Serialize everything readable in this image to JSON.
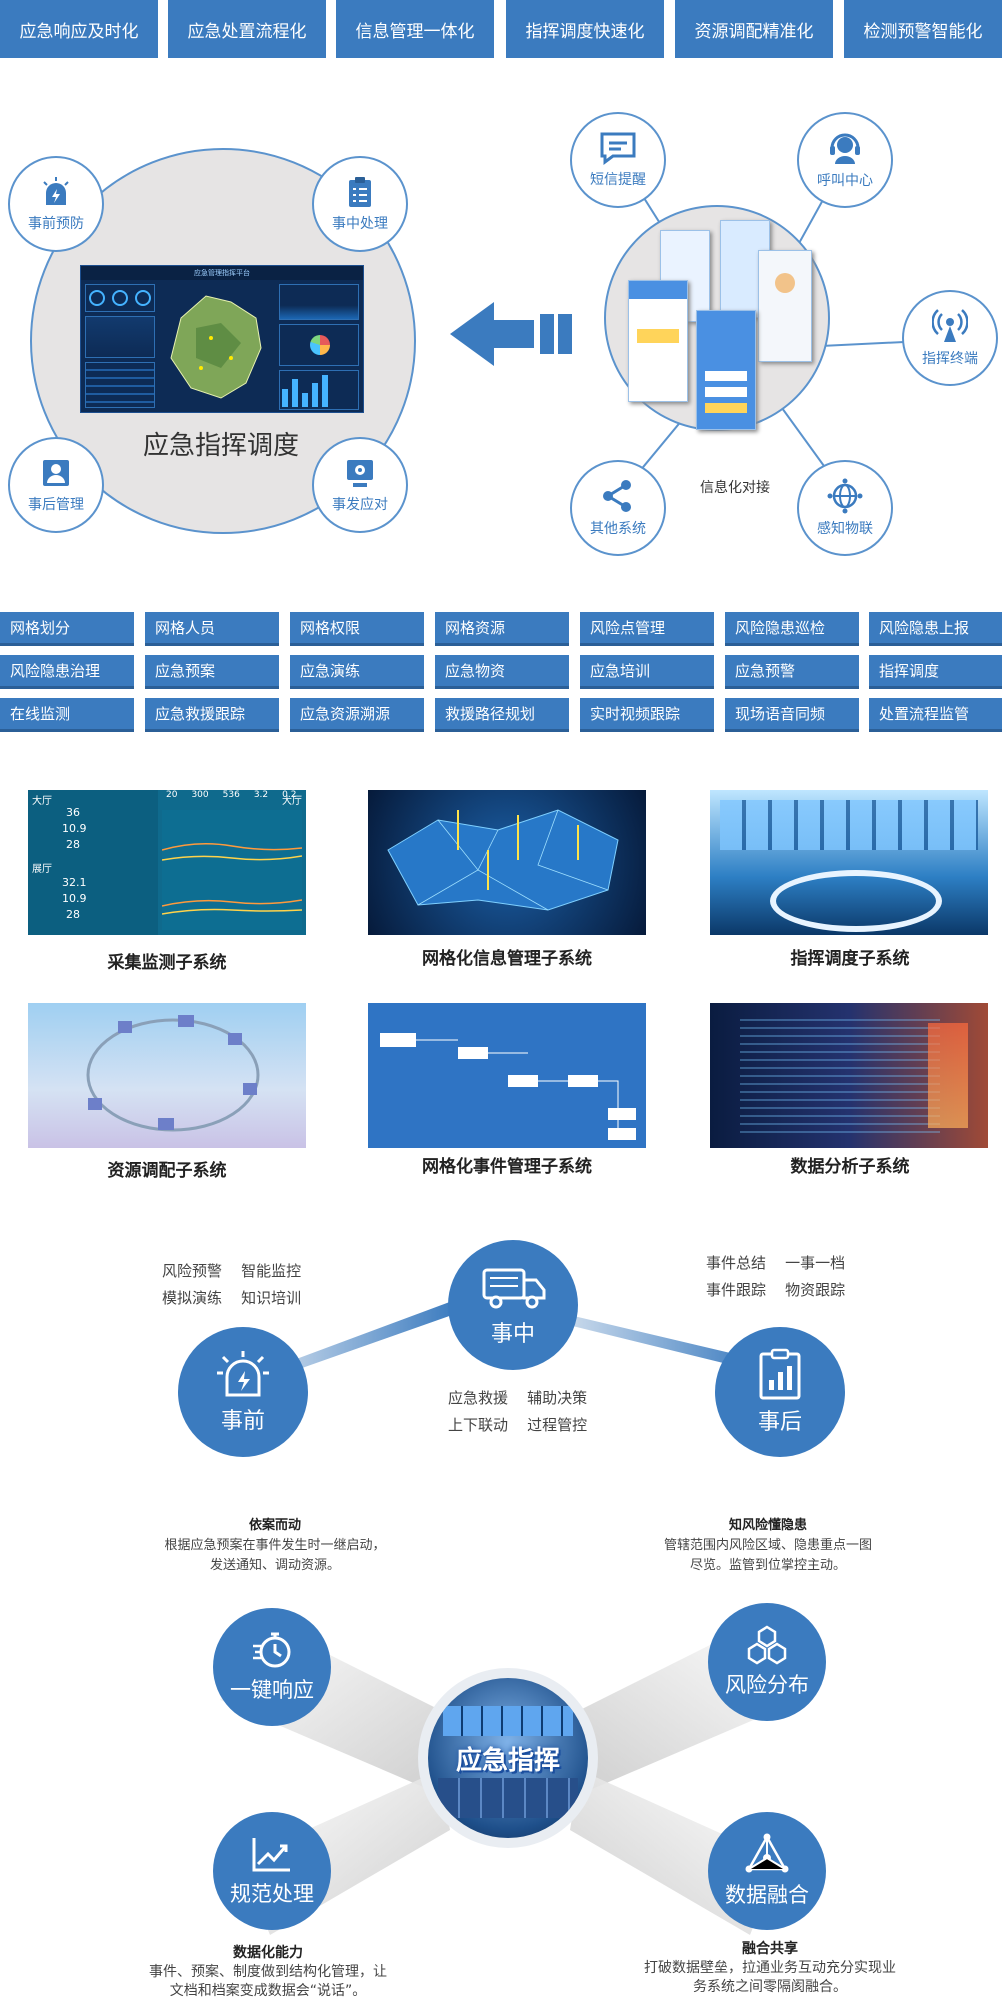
{
  "top_buttons": [
    "应急响应及时化",
    "应急处置流程化",
    "信息管理一体化",
    "指挥调度快速化",
    "资源调配精准化",
    "检测预警智能化"
  ],
  "hub_left": {
    "title": "应急指挥调度",
    "screen_title": "应急管理指挥平台",
    "nodes": [
      "事前预防",
      "事中处理",
      "事后管理",
      "事发应对"
    ]
  },
  "hub_right": {
    "caption": "信息化对接",
    "nodes": [
      "短信提醒",
      "呼叫中心",
      "指挥终端",
      "其他系统",
      "感知物联"
    ]
  },
  "grid": [
    [
      "网格划分",
      "网格人员",
      "网格权限",
      "网格资源",
      "风险点管理",
      "风险隐患巡检",
      "风险隐患上报"
    ],
    [
      "风险隐患治理",
      "应急预案",
      "应急演练",
      "应急物资",
      "应急培训",
      "应急预警",
      "指挥调度"
    ],
    [
      "在线监测",
      "应急救援跟踪",
      "应急资源溯源",
      "救援路径规划",
      "实时视频跟踪",
      "现场语音同频",
      "处置流程监管"
    ]
  ],
  "subsystems": [
    "采集监测子系统",
    "网格化信息管理子系统",
    "指挥调度子系统",
    "资源调配子系统",
    "网格化事件管理子系统",
    "数据分析子系统"
  ],
  "monitor_values": [
    "大厅",
    "36",
    "10.9",
    "28",
    "展厅",
    "32.1",
    "10.9",
    "28",
    "20",
    "300",
    "536",
    "3.2",
    "0.2",
    "大厅"
  ],
  "phases": {
    "before": {
      "label": "事前",
      "items": [
        "风险预警",
        "智能监控",
        "模拟演练",
        "知识培训"
      ]
    },
    "during": {
      "label": "事中",
      "items": [
        "应急救援",
        "辅助决策",
        "上下联动",
        "过程管控"
      ]
    },
    "after": {
      "label": "事后",
      "items": [
        "事件总结",
        "一事一档",
        "事件跟踪",
        "物资跟踪"
      ]
    }
  },
  "features": {
    "center": "应急指挥",
    "one_key": {
      "label": "一键响应",
      "title": "依案而动",
      "desc": "根据应急预案在事件发生时一继启动，发送通知、调动资源。"
    },
    "risk": {
      "label": "风险分布",
      "title": "知风险懂隐患",
      "desc": "管辖范围内风险区域、隐患重点一图尽览。监管到位掌控主动。"
    },
    "standard": {
      "label": "规范处理",
      "title": "数据化能力",
      "desc": "事件、预案、制度做到结构化管理，让文档和档案变成数据会“说话”。"
    },
    "fusion": {
      "label": "数据融合",
      "title": "融合共享",
      "desc": "打破数据壁垒，拉通业务互动充分实现业务系统之间零隔阂融合。"
    }
  },
  "colors": {
    "primary": "#3b7bbf",
    "dark": "#2b5f97",
    "gray": "#e5e5e5"
  }
}
